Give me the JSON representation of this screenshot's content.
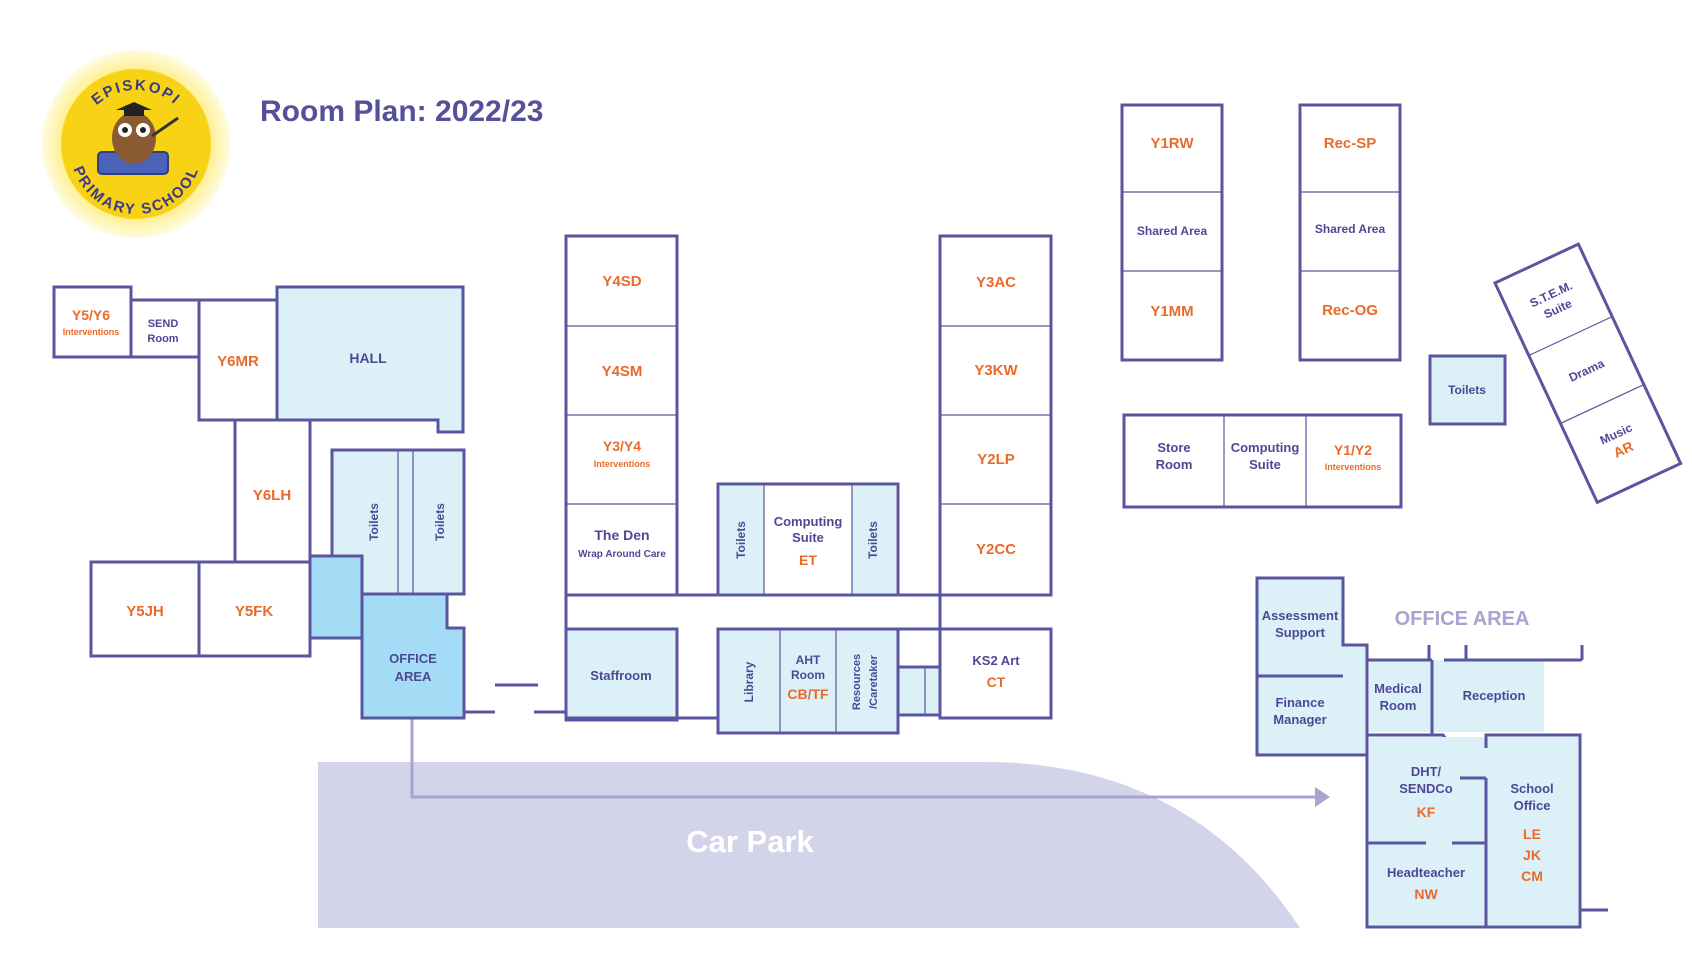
{
  "title": "Room Plan: 2022/23",
  "logo": {
    "top_text": "EPISKOPI",
    "bottom_text": "PRIMARY SCHOOL"
  },
  "colors": {
    "outline": "#5a559f",
    "label_orange": "#ea6a2a",
    "label_purple": "#4d4896",
    "room_fill_light": "#dcf0f8",
    "room_fill_blue": "#a3dcf4",
    "carpark": "#d3d3ea"
  },
  "rooms": {
    "y5y6": "Y5/Y6",
    "y5y6_sub": "Interventions",
    "send1": "SEND",
    "send2": "Room",
    "y6mr": "Y6MR",
    "hall": "HALL",
    "y6lh": "Y6LH",
    "y5jh": "Y5JH",
    "y5fk": "Y5FK",
    "toilets": "Toilets",
    "office1": "OFFICE",
    "office2": "AREA",
    "y4sd": "Y4SD",
    "y4sm": "Y4SM",
    "y3y4": "Y3/Y4",
    "y3y4_sub": "Interventions",
    "den": "The Den",
    "den_sub": "Wrap Around Care",
    "comp1": "Computing",
    "comp2": "Suite",
    "et": "ET",
    "staffroom": "Staffroom",
    "library": "Library",
    "aht1": "AHT",
    "aht2": "Room",
    "cbtf": "CB/TF",
    "res1": "Resources",
    "res2": "/Caretaker",
    "y3ac": "Y3AC",
    "y3kw": "Y3KW",
    "y2lp": "Y2LP",
    "y2cc": "Y2CC",
    "ks2art": "KS2 Art",
    "ct": "CT",
    "y1rw": "Y1RW",
    "shared": "Shared Area",
    "y1mm": "Y1MM",
    "recsp": "Rec-SP",
    "recog": "Rec-OG",
    "store1": "Store",
    "store2": "Room",
    "y1y2": "Y1/Y2",
    "y1y2_sub": "Interventions",
    "stem1": "S.T.E.M.",
    "stem2": "Suite",
    "drama": "Drama",
    "music": "Music",
    "ar": "AR",
    "carpark": "Car Park",
    "office_area": "OFFICE AREA",
    "assess1": "Assessment",
    "assess2": "Support",
    "fin1": "Finance",
    "fin2": "Manager",
    "med1": "Medical",
    "med2": "Room",
    "reception": "Reception",
    "dht1": "DHT/",
    "dht2": "SENDCo",
    "kf": "KF",
    "so1": "School",
    "so2": "Office",
    "le": "LE",
    "jk": "JK",
    "cm": "CM",
    "head": "Headteacher",
    "nw": "NW"
  }
}
